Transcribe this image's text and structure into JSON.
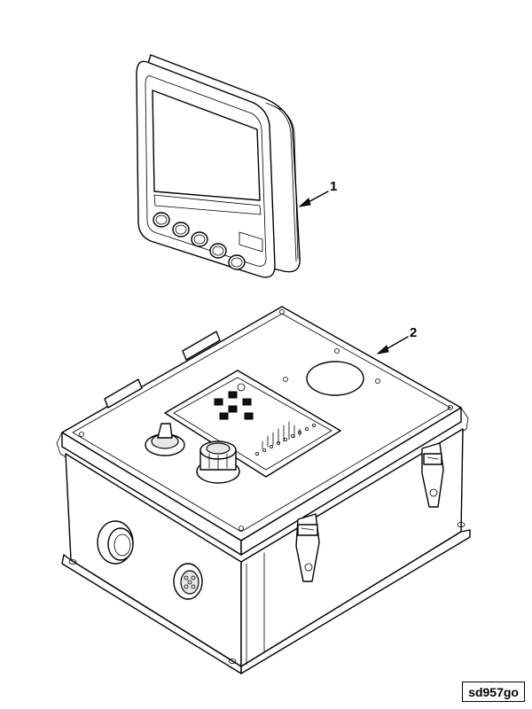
{
  "callouts": [
    {
      "number": "1"
    },
    {
      "number": "2"
    }
  ],
  "figure_id": "sd957go"
}
